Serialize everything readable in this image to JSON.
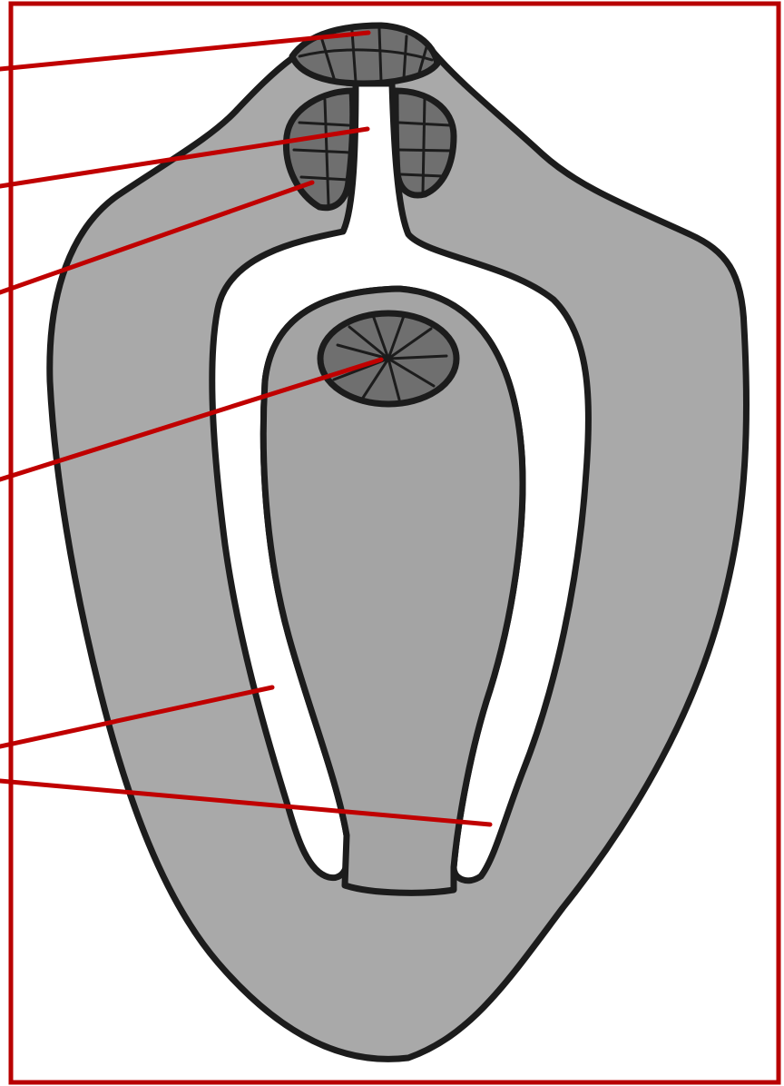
{
  "colors": {
    "frame": "#b80000",
    "leader_line": "#c00000",
    "outer_tissue": "#a9a9a9",
    "inner_mass": "#a4a4a4",
    "cavity": "#ffffff",
    "dark_structure": "#6f6f6f",
    "outline": "#1c1c1c"
  },
  "labels": [
    {
      "name": "leader-line-1",
      "text": ""
    },
    {
      "name": "leader-line-2",
      "text": ""
    },
    {
      "name": "leader-line-3",
      "text": ""
    },
    {
      "name": "leader-line-4",
      "text": ""
    },
    {
      "name": "leader-line-5",
      "text": ""
    },
    {
      "name": "leader-line-6",
      "text": ""
    }
  ]
}
